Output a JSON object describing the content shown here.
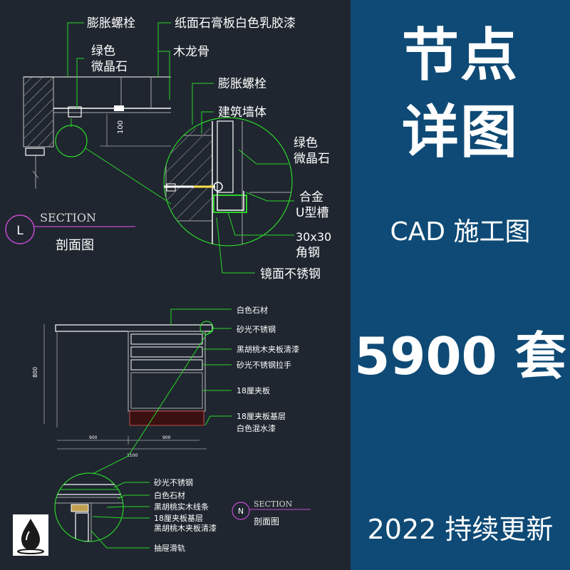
{
  "panel": {
    "title_line1": "节点",
    "title_line2": "详图",
    "subtitle": "CAD 施工图",
    "count": "5900 套",
    "footer": "2022 持续更新"
  },
  "section_l": {
    "marker_letter": "L",
    "marker_text": "SECTION",
    "caption": "剖面图",
    "dimension": "100",
    "labels": [
      "膨胀螺栓",
      "纸面石膏板白色乳胶漆",
      "绿色",
      "微晶石",
      "木龙骨"
    ],
    "detail_labels": [
      "膨胀螺栓",
      "建筑墙体",
      "绿色",
      "微晶石",
      "合金",
      "U型槽",
      "30x30",
      "角钢",
      "镜面不锈钢"
    ]
  },
  "cabinet": {
    "labels": [
      "白色石材",
      "砂光不锈钢",
      "黑胡桃木夹板清漆",
      "砂光不锈钢拉手",
      "18厘夹板",
      "18厘夹板基层",
      "白色混水漆"
    ],
    "dims": [
      "900",
      "900",
      "1100",
      "800"
    ]
  },
  "section_n": {
    "marker_letter": "N",
    "marker_text": "SECTION",
    "caption": "剖面图",
    "labels": [
      "砂光不锈钢",
      "白色石材",
      "黑胡桃实木线条",
      "18厘夹板基层",
      "黑胡桃木夹板清漆",
      "抽屉滑轨"
    ]
  },
  "colors": {
    "background": "#1f262f",
    "panel": "#0e4a75",
    "cad_green": "#2bd42b",
    "cad_white": "#ffffff",
    "cad_magenta": "#c24bd0",
    "cad_grey": "#a8a8a8"
  }
}
